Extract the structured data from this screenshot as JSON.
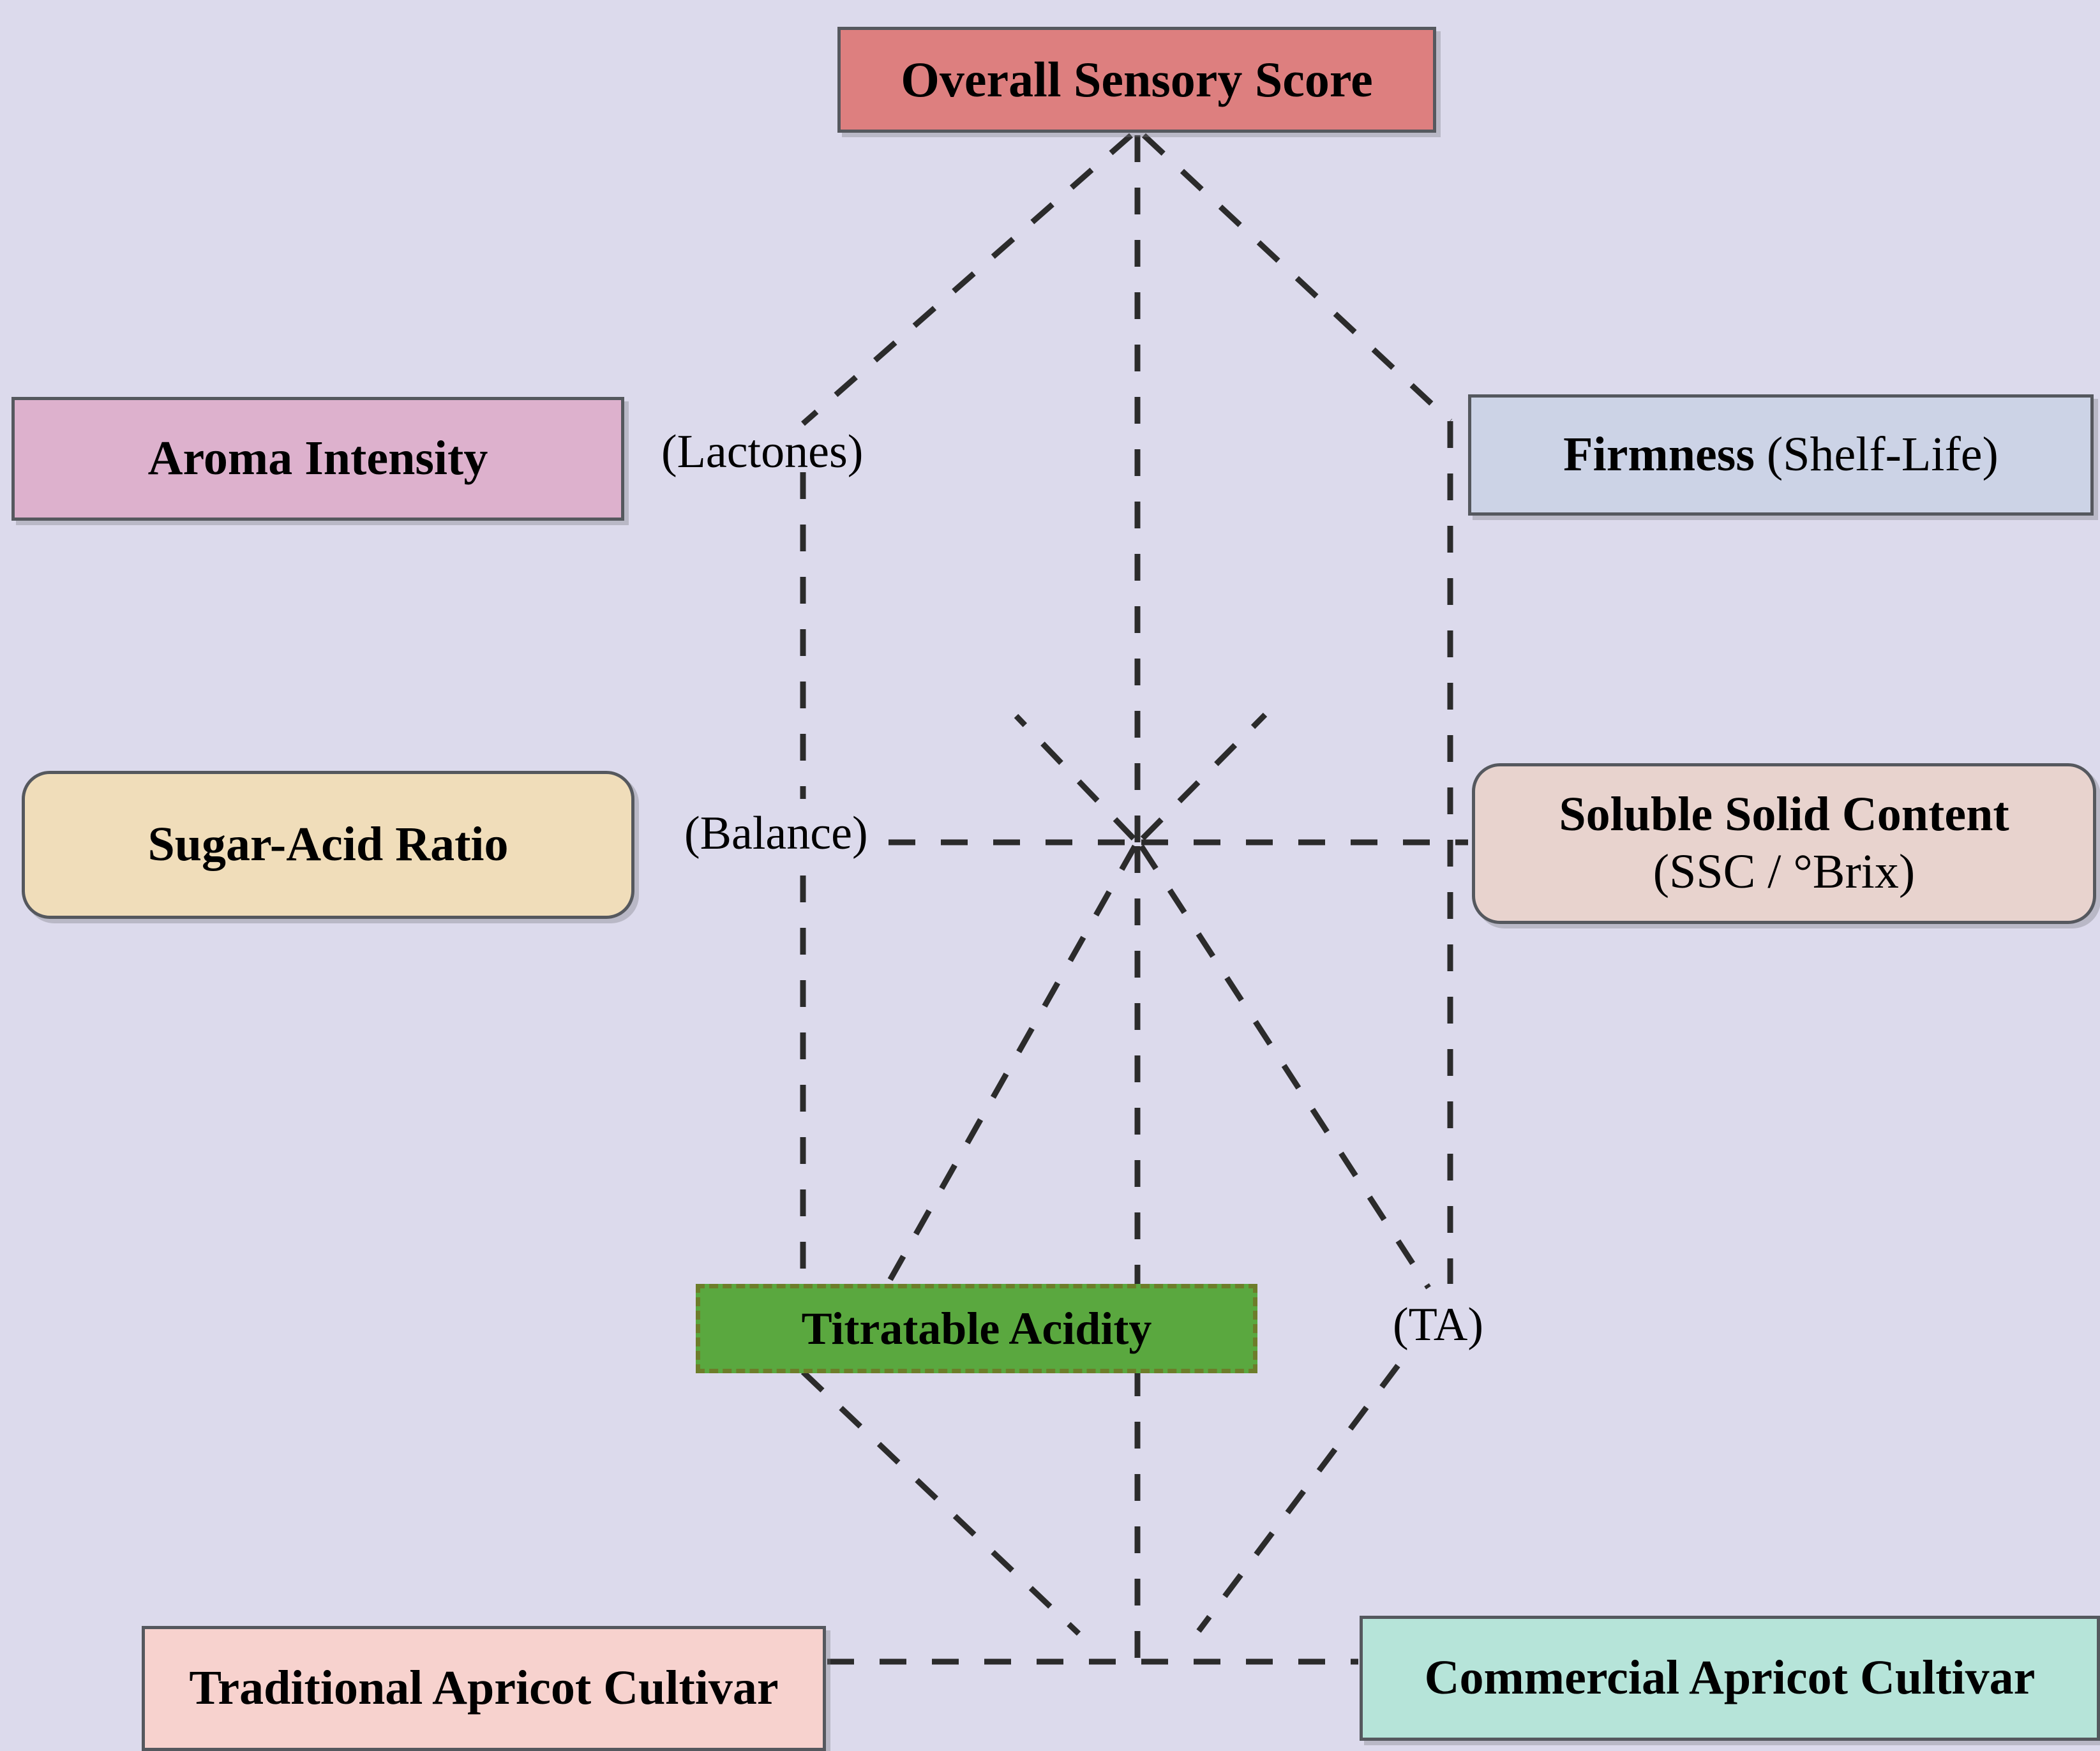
{
  "diagram": {
    "title": "Apricot fruit quality attribute relationship map",
    "background_color": "#dcdaec",
    "edge_color": "#2b2b2b",
    "edge_style": "dashed"
  },
  "nodes": {
    "overall": {
      "label": "Overall Sensory Score",
      "sub": "",
      "fill": "#dd7f7f",
      "border": "#55585e",
      "shape": "rectangle"
    },
    "aroma": {
      "label": "Aroma Intensity",
      "sub": "",
      "fill": "#ddb1cd",
      "border": "#55585e",
      "shape": "rectangle"
    },
    "firmness": {
      "label": "Firmness",
      "sub": " (Shelf-Life)",
      "fill": "#ccd3e6",
      "border": "#55585e",
      "shape": "rectangle"
    },
    "sugar_acid": {
      "label": "Sugar-Acid Ratio",
      "sub": "",
      "fill": "#f0ddba",
      "border": "#55585e",
      "shape": "rounded-rectangle"
    },
    "ssc": {
      "label": "Soluble Solid Content",
      "sub": "(SSC / °Brix)",
      "fill": "#e8d3ce",
      "border": "#55585e",
      "shape": "rounded-rectangle"
    },
    "titratable_acidity": {
      "label": "Titratable Acidity",
      "sub": "",
      "fill": "#5aa83f",
      "border": "#6d7d2a",
      "shape": "rectangle-dashed"
    },
    "traditional": {
      "label": "Traditional Apricot Cultivar",
      "sub": "",
      "fill": "#f7d2ce",
      "border": "#55585e",
      "shape": "rectangle"
    },
    "commercial": {
      "label": "Commercial Apricot Cultivar",
      "sub": "",
      "fill": "#b6e4d9",
      "border": "#55585e",
      "shape": "rectangle"
    }
  },
  "edge_labels": {
    "lactones": "(Lactones)",
    "balance": "(Balance)",
    "ta": "(TA)"
  },
  "edges": [
    {
      "from": "overall",
      "to": "hub",
      "style": "dashed"
    },
    {
      "from": "overall",
      "to": "lactones-branch",
      "style": "dashed"
    },
    {
      "from": "overall",
      "to": "ta-branch",
      "style": "dashed"
    },
    {
      "from": "lactones-branch",
      "to": "titratable_acidity",
      "style": "dashed"
    },
    {
      "from": "hub",
      "to": "sugar_acid",
      "style": "dashed"
    },
    {
      "from": "hub",
      "to": "ssc",
      "style": "dashed"
    },
    {
      "from": "hub",
      "to": "titratable_acidity",
      "style": "dashed"
    },
    {
      "from": "hub",
      "to": "ta-branch",
      "style": "dashed"
    },
    {
      "from": "titratable_acidity",
      "to": "traditional",
      "style": "dashed"
    },
    {
      "from": "titratable_acidity",
      "to": "commercial",
      "style": "dashed"
    },
    {
      "from": "traditional",
      "to": "commercial",
      "style": "dashed"
    }
  ]
}
